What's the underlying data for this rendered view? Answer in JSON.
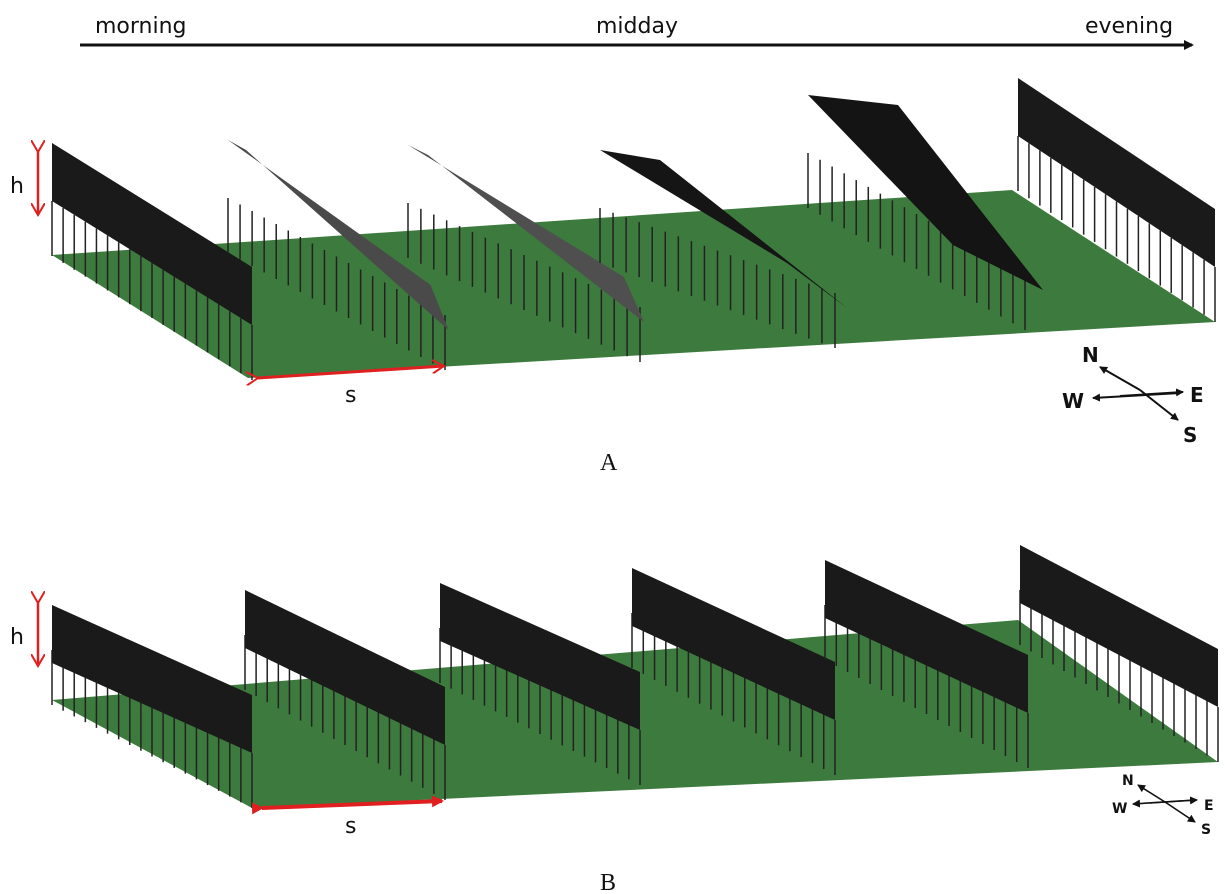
{
  "timeline": {
    "labels": [
      "morning",
      "midday",
      "evening"
    ]
  },
  "panel_a": {
    "caption": "A",
    "height_label": "h",
    "spacing_label": "s",
    "compass": {
      "n": "N",
      "e": "E",
      "s": "S",
      "w": "W"
    },
    "rows": [
      {
        "mode": "vertical",
        "color": "#1a1a1a"
      },
      {
        "mode": "tilted",
        "color": "#4a4a4a"
      },
      {
        "mode": "tilted",
        "color": "#4f4f4f"
      },
      {
        "mode": "tilted",
        "color": "#151515"
      },
      {
        "mode": "tilted",
        "color": "#141414"
      },
      {
        "mode": "vertical",
        "color": "#1a1a1a"
      }
    ]
  },
  "panel_b": {
    "caption": "B",
    "height_label": "h",
    "spacing_label": "s",
    "compass": {
      "n": "N",
      "e": "E",
      "s": "S",
      "w": "W"
    },
    "rows": [
      {
        "mode": "vertical",
        "color": "#1a1a1a"
      },
      {
        "mode": "vertical",
        "color": "#1a1a1a"
      },
      {
        "mode": "vertical",
        "color": "#1a1a1a"
      },
      {
        "mode": "vertical",
        "color": "#1a1a1a"
      },
      {
        "mode": "vertical",
        "color": "#1a1a1a"
      },
      {
        "mode": "vertical",
        "color": "#1a1a1a"
      }
    ]
  },
  "colors": {
    "ground": "#3d7a3d",
    "ground_dark": "#2f6330",
    "arrow_red": "#e02020",
    "post": "#222222"
  }
}
